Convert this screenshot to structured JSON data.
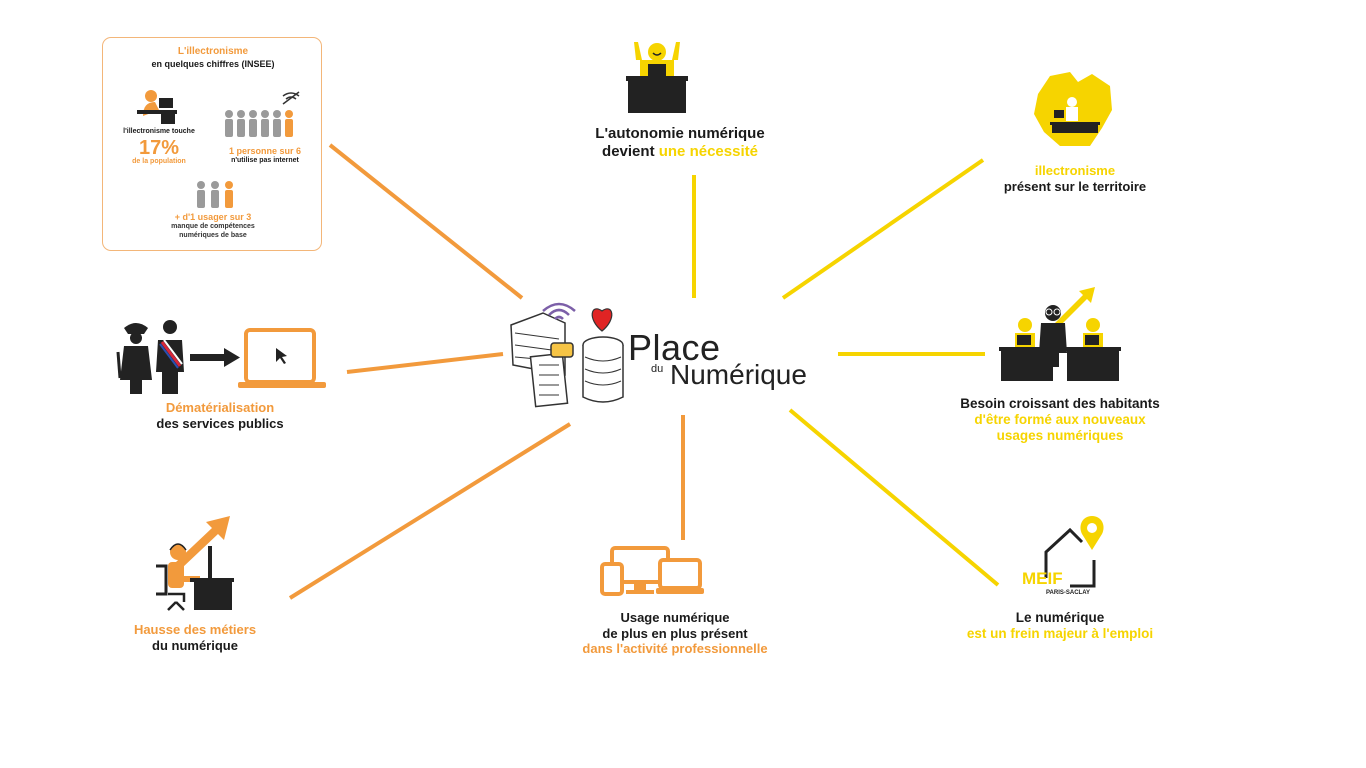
{
  "center": {
    "brand_top": "Place",
    "brand_prefix": "du",
    "brand_bottom": "Numérique"
  },
  "stats": {
    "title": "L'illectronisme",
    "subtitle": "en quelques chiffres (INSEE)",
    "stat1_label": "l'illectronisme touche",
    "stat1_value": "17%",
    "stat1_sub": "de la population",
    "stat2_value": "1 personne sur 6",
    "stat2_sub": "n'utilise pas internet",
    "stat3_value": "+ d'1 usager sur 3",
    "stat3_sub_line1": "manque de compétences",
    "stat3_sub_line2": "numériques de base"
  },
  "nodes": {
    "autonomie": {
      "line1": "L'autonomie numérique",
      "line2_prefix": "devient ",
      "line2_highlight": "une nécessité"
    },
    "illectronisme": {
      "line1": "illectronisme",
      "line2": "présent sur le territoire"
    },
    "dematerialisation": {
      "line1": "Dématérialisation",
      "line2": "des services publics"
    },
    "besoin": {
      "line1": "Besoin croissant des habitants",
      "line2": "d'être formé aux nouveaux",
      "line3": "usages numériques"
    },
    "metiers": {
      "line1": "Hausse des métiers",
      "line2": "du numérique"
    },
    "usage": {
      "line1": "Usage numérique",
      "line2": "de plus en plus présent",
      "line3": "dans l'activité professionnelle"
    },
    "emploi": {
      "logo": "MEIF",
      "logo_sub": "PARIS-SACLAY",
      "line1": "Le numérique",
      "line2": "est un frein majeur à l'emploi"
    }
  },
  "colors": {
    "orange": "#f29a3c",
    "yellow": "#f6d400",
    "dark": "#1a1a1a"
  }
}
